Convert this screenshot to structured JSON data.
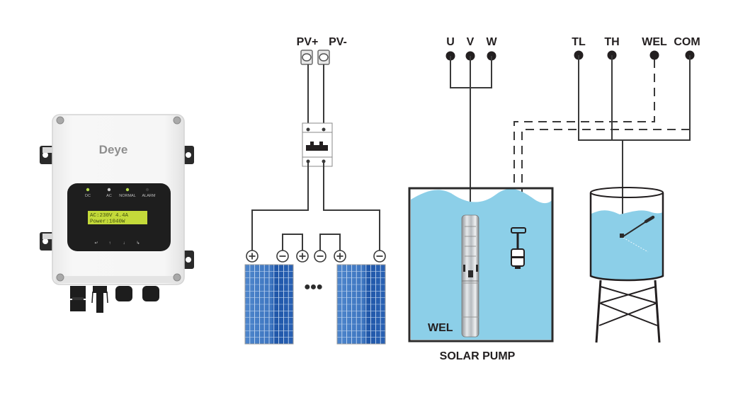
{
  "controller": {
    "brand": "Deye",
    "indicators": [
      {
        "label": "DC",
        "color": "#b8e04a"
      },
      {
        "label": "AC",
        "color": "#cfcfcf"
      },
      {
        "label": "NORMAL",
        "color": "#b8e04a"
      },
      {
        "label": "ALARM",
        "color": "#3a3a3a"
      }
    ],
    "lcd_line1": "AC:230V   4.4A",
    "lcd_line2": "Power:1040W",
    "buttons": [
      "↵",
      "↑",
      "↓",
      "↳"
    ]
  },
  "pv_input": {
    "plus_label": "PV+",
    "minus_label": "PV-"
  },
  "solar_panels": {
    "terminals": [
      "+",
      "−",
      "+",
      "−",
      "+",
      "−"
    ],
    "ellipsis": "●●●"
  },
  "motor_terminals": [
    "U",
    "V",
    "W"
  ],
  "sensor_terminals": [
    "TL",
    "TH",
    "WEL",
    "COM"
  ],
  "well": {
    "inner_label": "WEL",
    "caption": "SOLAR PUMP"
  },
  "colors": {
    "water": "#8ccfe8",
    "panel": "#2a62b4",
    "wire": "#3a3a3a",
    "terminal": "#231f20"
  }
}
